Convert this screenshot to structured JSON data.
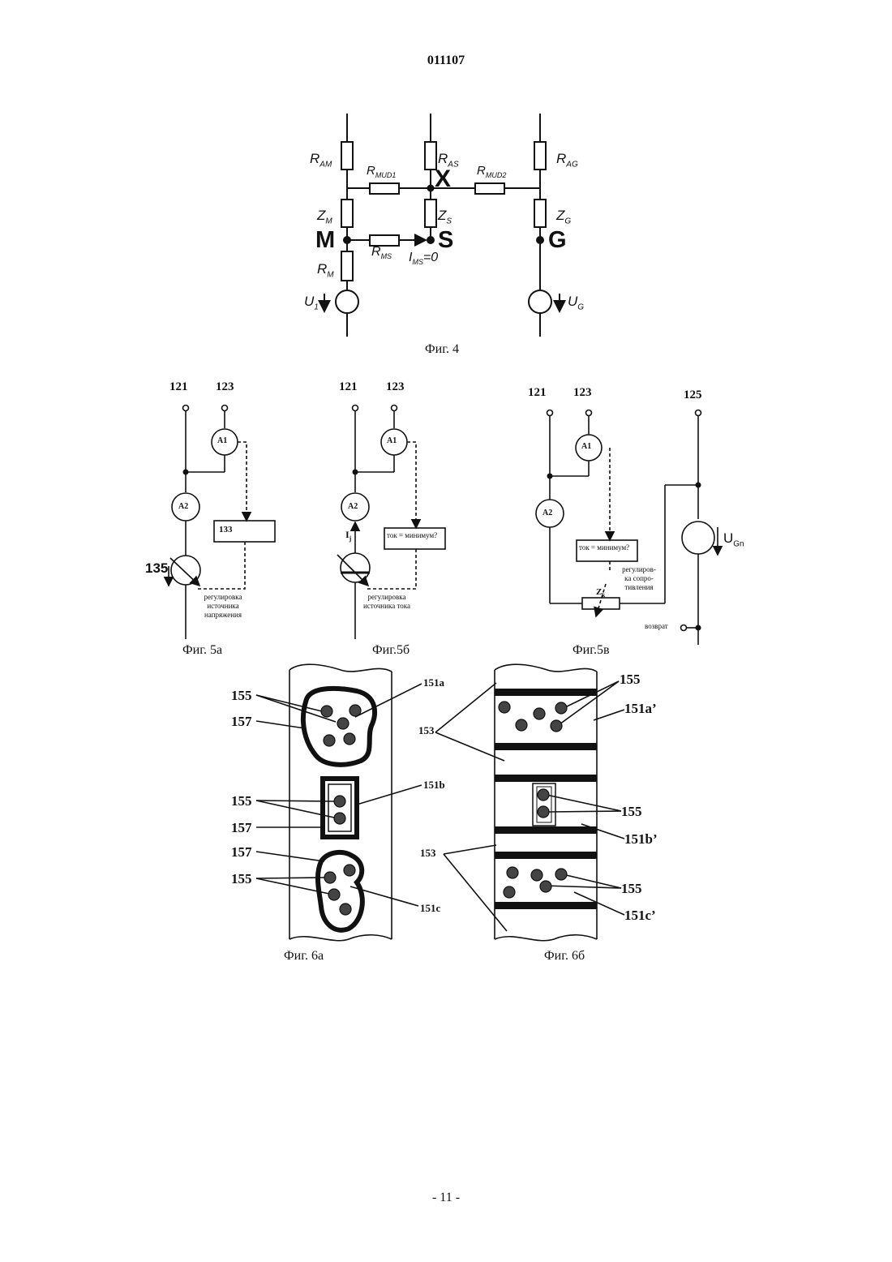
{
  "header": {
    "doc_number": "011107"
  },
  "footer": {
    "page": "- 11 -"
  },
  "fig4": {
    "caption": "Фиг. 4",
    "labels": {
      "r_am": "R",
      "r_am_sub": "AM",
      "r_mud1": "R",
      "r_mud1_sub": "MUD1",
      "r_as": "R",
      "r_as_sub": "AS",
      "x": "X",
      "r_mud2": "R",
      "r_mud2_sub": "MUD2",
      "r_ag": "R",
      "r_ag_sub": "AG",
      "z_m": "Z",
      "z_m_sub": "M",
      "z_s": "Z",
      "z_s_sub": "S",
      "z_g": "Z",
      "z_g_sub": "G",
      "m": "M",
      "s": "S",
      "g": "G",
      "r_ms": "R",
      "r_ms_sub": "MS",
      "i_ms": "I",
      "i_ms_sub": "MS",
      "i_ms_val": "=0",
      "r_m": "R",
      "r_m_sub": "M",
      "u1": "U",
      "u1_sub": "1",
      "ug": "U",
      "ug_sub": "G"
    }
  },
  "fig5a": {
    "caption": "Фиг. 5a",
    "terminal_1": "121",
    "terminal_2": "123",
    "a1": "A1",
    "a2": "A2",
    "box": "133",
    "source": "135",
    "note_1": "регулировка",
    "note_2": "источника",
    "note_3": "напряжения"
  },
  "fig5b": {
    "caption": "Фиг.5б",
    "terminal_1": "121",
    "terminal_2": "123",
    "a1": "A1",
    "a2": "A2",
    "current": "I",
    "current_sub": "j",
    "box": "ток = минимум?",
    "note_1": "регулировка",
    "note_2": "источника тока"
  },
  "fig5c": {
    "caption": "Фиг.5в",
    "terminal_1": "121",
    "terminal_2": "123",
    "terminal_3": "125",
    "a1": "A1",
    "a2": "A2",
    "box": "ток = минимум?",
    "zk": "Z",
    "zk_sub": "k",
    "ugn": "U",
    "ugn_sub": "Gn",
    "note_1": "регулиров-",
    "note_2": "ка сопро-",
    "note_3": "тивления",
    "return": "возврат"
  },
  "fig6a": {
    "caption": "Фиг. 6а",
    "l155_1": "155",
    "l157_1": "157",
    "l151a": "151a",
    "l155_2": "155",
    "l157_2": "157",
    "l151b": "151b",
    "l157_3": "157",
    "l155_3": "155",
    "l151c": "151c"
  },
  "fig6b": {
    "caption": "Фиг. 6б",
    "l155_1": "155",
    "l151a": "151a’",
    "l153_1": "153",
    "l155_2": "155",
    "l151b": "151b’",
    "l153_2": "153",
    "l155_3": "155",
    "l151c": "151c’"
  }
}
